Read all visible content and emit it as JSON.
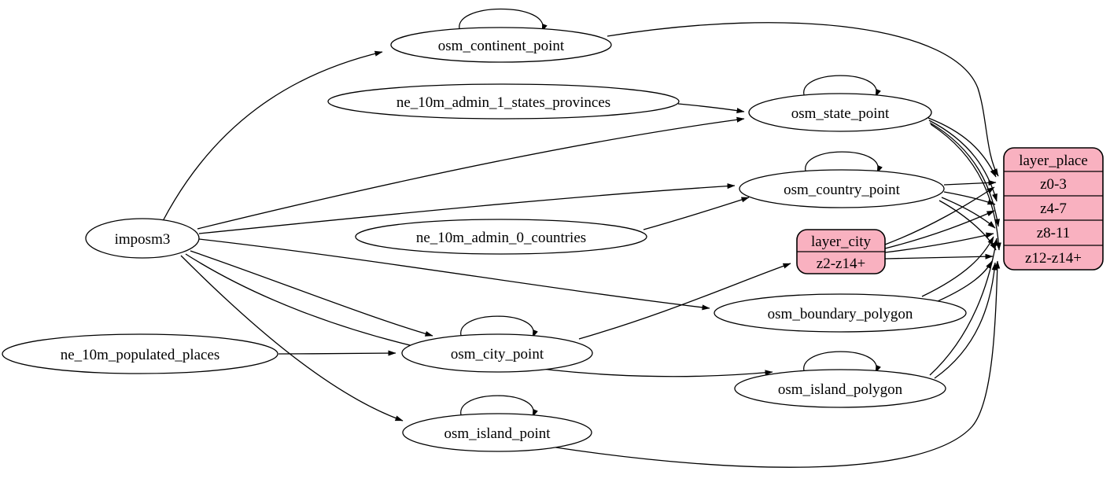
{
  "diagram": {
    "type": "etl-dependency-graph",
    "colors": {
      "background": "#ffffff",
      "stroke": "#000000",
      "record_fill": "#f9b1c0",
      "table_fill": "#ffffff"
    },
    "nodes": {
      "imposm3": "imposm3",
      "osm_continent_point": "osm_continent_point",
      "ne_10m_admin_1_states_provinces": "ne_10m_admin_1_states_provinces",
      "osm_state_point": "osm_state_point",
      "osm_country_point": "osm_country_point",
      "ne_10m_admin_0_countries": "ne_10m_admin_0_countries",
      "osm_boundary_polygon": "osm_boundary_polygon",
      "osm_city_point": "osm_city_point",
      "osm_island_polygon": "osm_island_polygon",
      "ne_10m_populated_places": "ne_10m_populated_places",
      "osm_island_point": "osm_island_point"
    },
    "records": {
      "layer_place": {
        "title": "layer_place",
        "rows": [
          "z0-3",
          "z4-7",
          "z8-11",
          "z12-z14+"
        ]
      },
      "layer_city": {
        "title": "layer_city",
        "rows": [
          "z2-z14+"
        ]
      }
    },
    "edges": [
      {
        "from": "imposm3",
        "to": "osm_continent_point"
      },
      {
        "from": "imposm3",
        "to": "osm_state_point"
      },
      {
        "from": "imposm3",
        "to": "osm_country_point"
      },
      {
        "from": "imposm3",
        "to": "osm_boundary_polygon"
      },
      {
        "from": "imposm3",
        "to": "osm_city_point"
      },
      {
        "from": "imposm3",
        "to": "osm_island_polygon"
      },
      {
        "from": "imposm3",
        "to": "osm_island_point"
      },
      {
        "from": "ne_10m_admin_1_states_provinces",
        "to": "osm_state_point"
      },
      {
        "from": "ne_10m_admin_0_countries",
        "to": "osm_country_point"
      },
      {
        "from": "ne_10m_populated_places",
        "to": "osm_city_point"
      },
      {
        "from": "osm_continent_point",
        "to": "osm_continent_point"
      },
      {
        "from": "osm_state_point",
        "to": "osm_state_point"
      },
      {
        "from": "osm_country_point",
        "to": "osm_country_point"
      },
      {
        "from": "osm_city_point",
        "to": "osm_city_point"
      },
      {
        "from": "osm_island_polygon",
        "to": "osm_island_polygon"
      },
      {
        "from": "osm_island_point",
        "to": "osm_island_point"
      },
      {
        "from": "osm_city_point",
        "to": "layer_city:z2-z14+"
      },
      {
        "from": "osm_continent_point",
        "to": "layer_place:z0-3"
      },
      {
        "from": "osm_state_point",
        "to": "layer_place:z0-3"
      },
      {
        "from": "osm_state_point",
        "to": "layer_place:z4-7"
      },
      {
        "from": "osm_state_point",
        "to": "layer_place:z8-11"
      },
      {
        "from": "osm_state_point",
        "to": "layer_place:z12-z14+"
      },
      {
        "from": "osm_country_point",
        "to": "layer_place:z0-3"
      },
      {
        "from": "osm_country_point",
        "to": "layer_place:z4-7"
      },
      {
        "from": "osm_country_point",
        "to": "layer_place:z8-11"
      },
      {
        "from": "osm_country_point",
        "to": "layer_place:z12-z14+"
      },
      {
        "from": "layer_city",
        "to": "layer_place:z0-3"
      },
      {
        "from": "layer_city",
        "to": "layer_place:z4-7"
      },
      {
        "from": "layer_city",
        "to": "layer_place:z8-11"
      },
      {
        "from": "layer_city",
        "to": "layer_place:z12-z14+"
      },
      {
        "from": "osm_boundary_polygon",
        "to": "layer_place:z8-11"
      },
      {
        "from": "osm_boundary_polygon",
        "to": "layer_place:z12-z14+"
      },
      {
        "from": "osm_island_polygon",
        "to": "layer_place:z8-11"
      },
      {
        "from": "osm_island_polygon",
        "to": "layer_place:z12-z14+"
      },
      {
        "from": "osm_island_point",
        "to": "layer_place:z12-z14+"
      }
    ]
  }
}
